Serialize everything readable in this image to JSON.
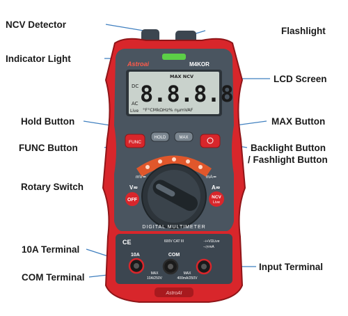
{
  "callouts": {
    "ncv_detector": "NCV Detector",
    "indicator_light": "Indicator Light",
    "hold_button": "Hold Button",
    "func_button": "FUNC Button",
    "rotary_switch": "Rotary Switch",
    "tenA_terminal": "10A Terminal",
    "com_terminal": "COM Terminal",
    "flashlight": "Flashlight",
    "lcd_screen": "LCD Screen",
    "max_button": "MAX Button",
    "backlight_button_line1": "Backlight Button",
    "backlight_button_line2": "/ Fashlight Button",
    "input_terminal": "Input Terminal"
  },
  "device": {
    "brand": "Astroai",
    "model": "M4KOR",
    "lcd_digits": "8.8.8.8",
    "lcd_top": "MAX NCV",
    "lcd_dc": "DC",
    "lcd_ac": "AC",
    "lcd_live": "Live",
    "lcd_units": "°F°CMkΩHz% nµmVAF",
    "btn_func": "FUNC",
    "btn_hold": "HOLD",
    "btn_max": "MAX",
    "dial_off": "OFF",
    "dial_v": "V≂",
    "dial_a": "A≂",
    "dial_mv": "mV≂",
    "dial_ma": "mA≂",
    "dial_ncv": "NCV",
    "dial_ncv_live": "Live",
    "panel_label": "DIGITAL MULTIMETER",
    "term_10a": "10A",
    "term_com": "COM",
    "term_cat": "600V CAT III",
    "term_vlive": "⊣+VΩLive",
    "term_mid": "CE",
    "term_max1": "MAX",
    "term_max1_val": "10A/250V",
    "term_max2": "MAX",
    "term_max2_val": "400mA/250V",
    "term_input_sym": "-◁≈mA",
    "foot_brand": "AstroAI"
  },
  "colors": {
    "body_red": "#d8262b",
    "body_dark_red": "#a81a1e",
    "panel_gray": "#4a5560",
    "lcd_bg": "#c9d2cc",
    "indicator_green": "#5ccf47"
  }
}
